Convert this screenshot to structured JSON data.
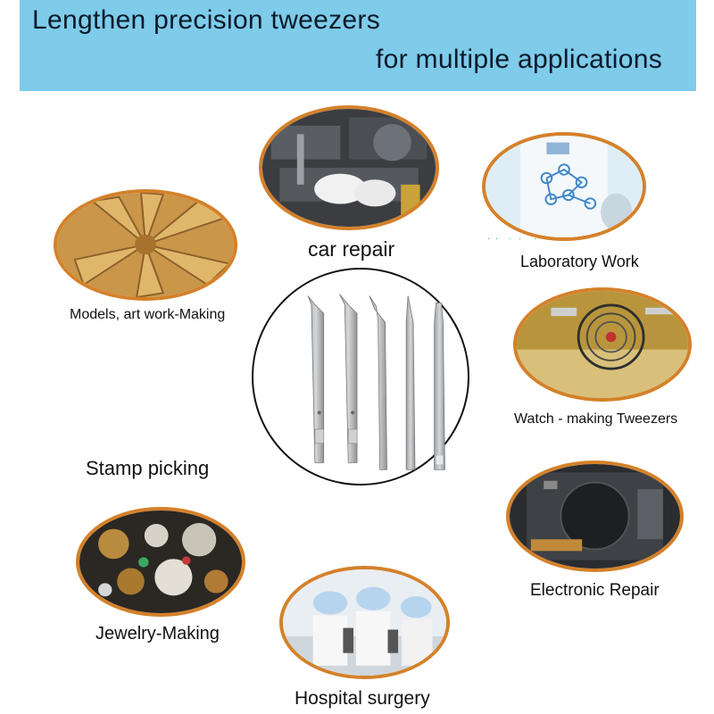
{
  "banner": {
    "line1": "Lengthen precision tweezers",
    "line2": "for multiple applications"
  },
  "applications": {
    "car_repair": "car repair",
    "laboratory": "Laboratory Work",
    "models": "Models, art work-Making",
    "watch": "Watch - making Tweezers",
    "stamp": "Stamp picking",
    "electronic": "Electronic Repair",
    "jewelry": "Jewelry-Making",
    "hospital": "Hospital surgery"
  },
  "colors": {
    "banner": "#7ecbea",
    "frame": "#d4812a",
    "steel": "#b9bcbf"
  }
}
